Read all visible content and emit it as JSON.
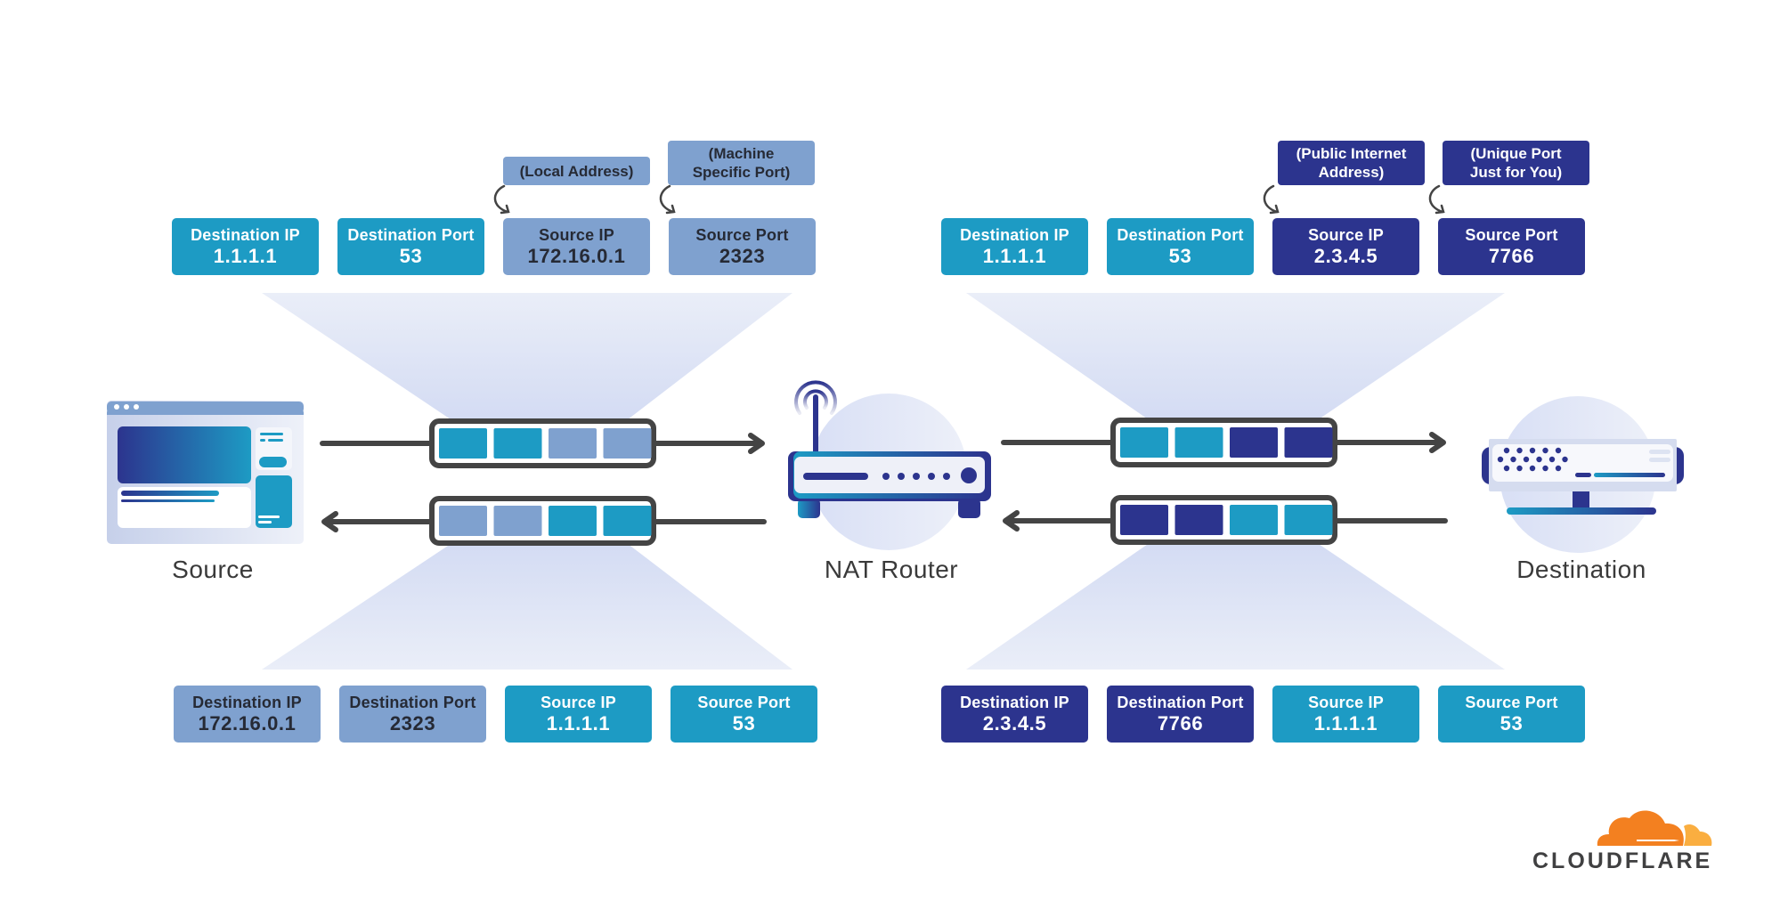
{
  "colors": {
    "teal": "#1d9bc4",
    "light_blue": "#7fa1cf",
    "navy": "#2c348e",
    "arrow": "#444444",
    "halo": "#d4dbf4",
    "brand_orange": "#f38020",
    "brand_orange_light": "#faae40",
    "brand_text": "#404041"
  },
  "nodes": {
    "source": {
      "label": "Source",
      "icon": "browser-window-icon"
    },
    "router": {
      "label": "NAT Router",
      "icon": "wifi-router-icon"
    },
    "destination": {
      "label": "Destination",
      "icon": "server-icon"
    }
  },
  "left_outbound": {
    "fields": [
      {
        "name": "Destination IP",
        "value": "1.1.1.1",
        "color": "teal"
      },
      {
        "name": "Destination Port",
        "value": "53",
        "color": "teal"
      },
      {
        "name": "Source IP",
        "value": "172.16.0.1",
        "color": "light",
        "note": "(Local Address)"
      },
      {
        "name": "Source Port",
        "value": "2323",
        "color": "light",
        "note": "(Machine Specific Port)"
      }
    ],
    "packet_blocks": [
      "teal",
      "teal",
      "light",
      "light"
    ],
    "direction": "right"
  },
  "left_inbound": {
    "fields": [
      {
        "name": "Destination IP",
        "value": "172.16.0.1",
        "color": "light"
      },
      {
        "name": "Destination Port",
        "value": "2323",
        "color": "light"
      },
      {
        "name": "Source IP",
        "value": "1.1.1.1",
        "color": "teal"
      },
      {
        "name": "Source Port",
        "value": "53",
        "color": "teal"
      }
    ],
    "packet_blocks": [
      "light",
      "light",
      "teal",
      "teal"
    ],
    "direction": "left"
  },
  "right_outbound": {
    "fields": [
      {
        "name": "Destination IP",
        "value": "1.1.1.1",
        "color": "teal"
      },
      {
        "name": "Destination Port",
        "value": "53",
        "color": "teal"
      },
      {
        "name": "Source IP",
        "value": "2.3.4.5",
        "color": "navy",
        "note": "(Public Internet Address)"
      },
      {
        "name": "Source Port",
        "value": "7766",
        "color": "navy",
        "note": "(Unique Port Just for You)"
      }
    ],
    "packet_blocks": [
      "teal",
      "teal",
      "navy",
      "navy"
    ],
    "direction": "right"
  },
  "right_inbound": {
    "fields": [
      {
        "name": "Destination IP",
        "value": "2.3.4.5",
        "color": "navy"
      },
      {
        "name": "Destination Port",
        "value": "7766",
        "color": "navy"
      },
      {
        "name": "Source IP",
        "value": "1.1.1.1",
        "color": "teal"
      },
      {
        "name": "Source Port",
        "value": "53",
        "color": "teal"
      }
    ],
    "packet_blocks": [
      "navy",
      "navy",
      "teal",
      "teal"
    ],
    "direction": "left"
  },
  "notes": {
    "local_address": "(Local Address)",
    "machine_port_1": "(Machine",
    "machine_port_2": "Specific Port)",
    "public_address_1": "(Public Internet",
    "public_address_2": "Address)",
    "unique_port_1": "(Unique Port",
    "unique_port_2": "Just for You)"
  },
  "brand": {
    "name": "CLOUDFLARE",
    "logo": "cloudflare-cloud-icon"
  }
}
